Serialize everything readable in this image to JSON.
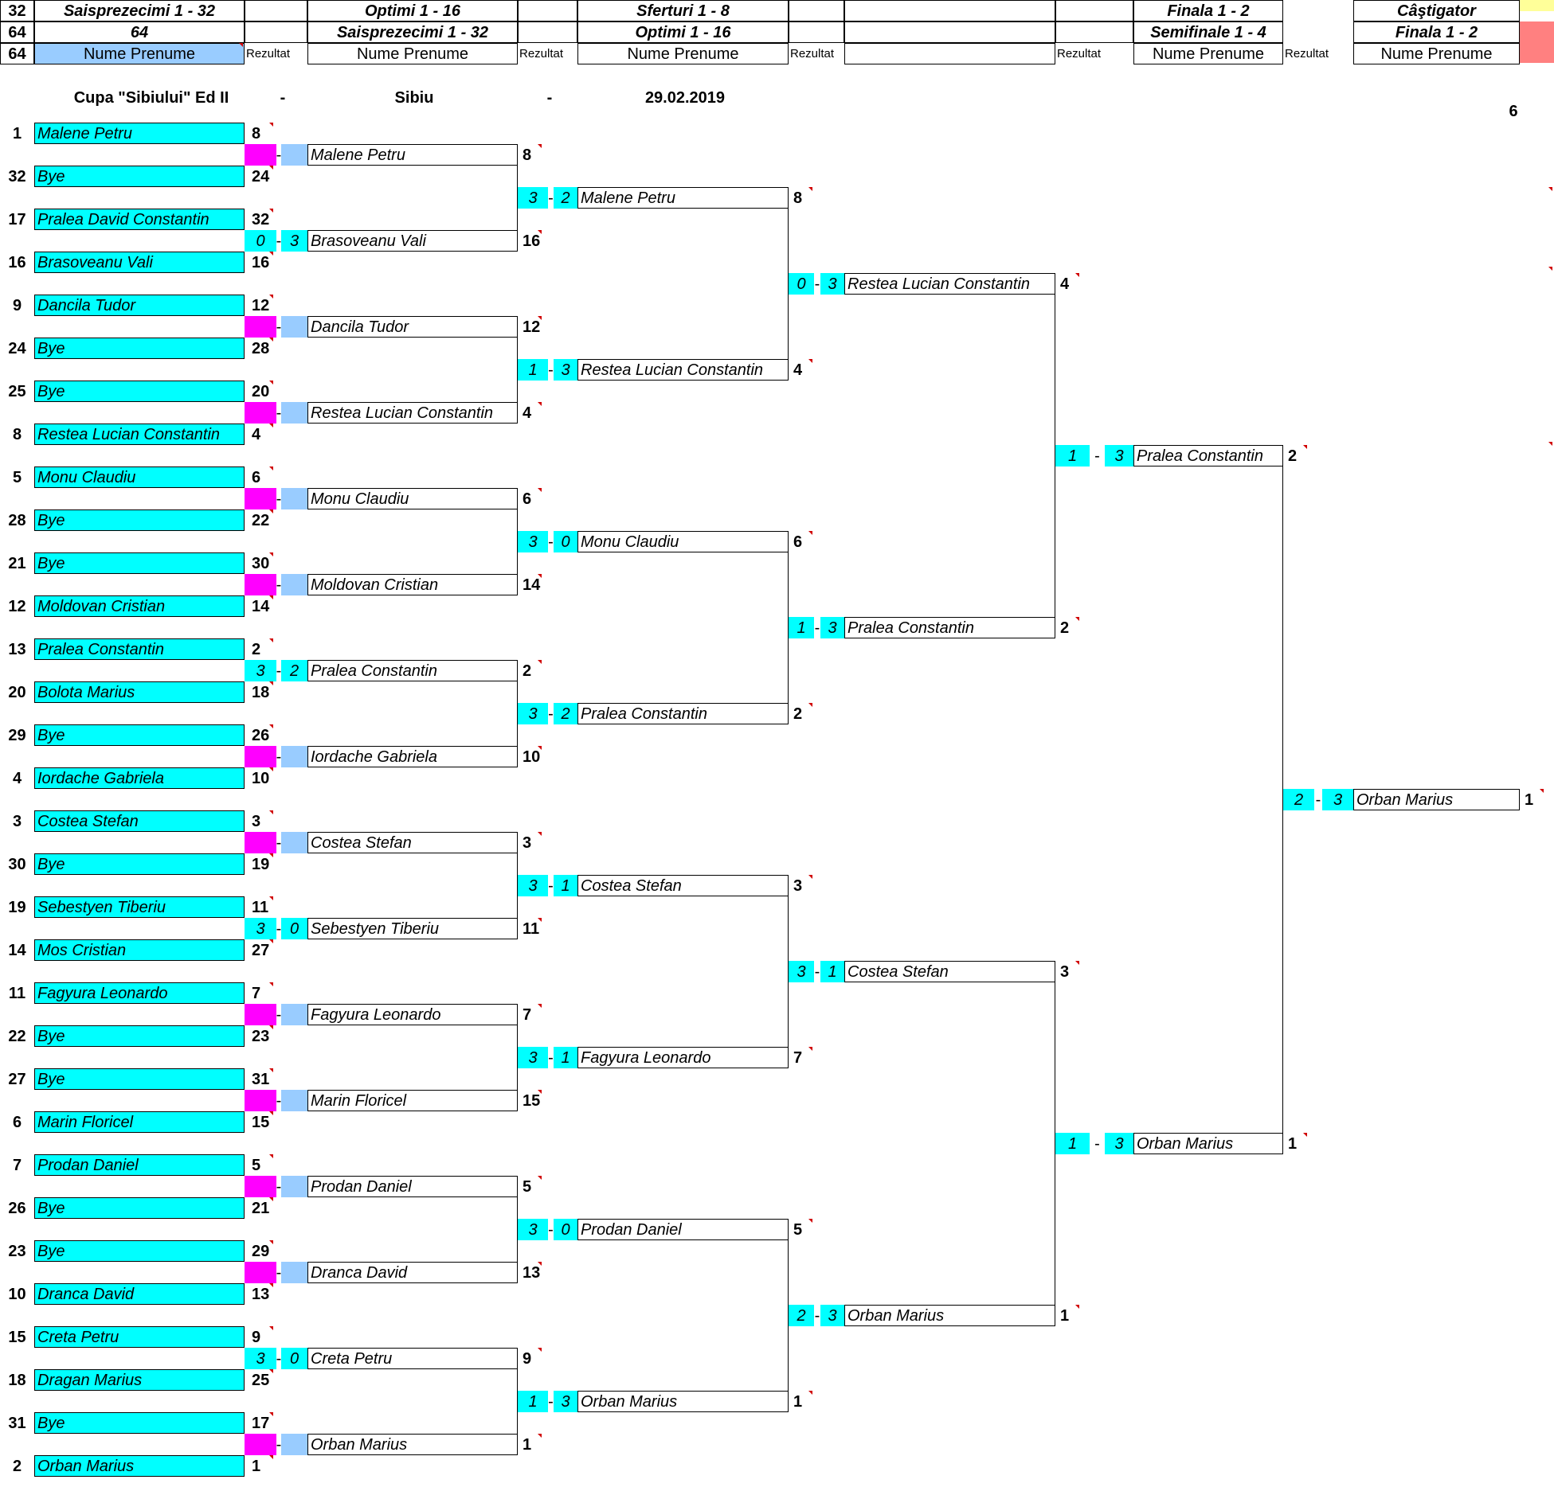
{
  "header": {
    "row1": {
      "num": "32",
      "r1": "Saisprezecimi 1 - 32",
      "r2": "Optimi 1 - 16",
      "r3": "Sferturi 1 - 8",
      "r5": "Finala 1 - 2",
      "r6": "Câştigator"
    },
    "row2": {
      "num": "64",
      "r1": "64",
      "r2": "Saisprezecimi 1 - 32",
      "r3": "Optimi 1 - 16",
      "r5": "Semifinale 1 - 4",
      "r6": "Finala 1 - 2"
    },
    "row3": {
      "num": "64",
      "name": "Nume Prenume",
      "res": "Rezultat"
    }
  },
  "event": {
    "name": "Cupa \"Sibiului\" Ed II",
    "sep": "-",
    "city": "Sibiu",
    "date": "29.02.2019",
    "side_mark": "6"
  },
  "colors": {
    "player": "#00ffff",
    "empty_score_left": "#ff00ff",
    "empty_score_right": "#99ccff",
    "winner_box": "#ff8080",
    "comment_marker": "#d00000"
  },
  "round1": [
    {
      "seed": "1",
      "name": "Malene Petru",
      "res": "8"
    },
    {
      "seed": "32",
      "name": "Bye",
      "res": "24"
    },
    {
      "seed": "17",
      "name": "Pralea David Constantin",
      "res": "32"
    },
    {
      "seed": "16",
      "name": "Brasoveanu Vali",
      "res": "16"
    },
    {
      "seed": "9",
      "name": "Dancila Tudor",
      "res": "12"
    },
    {
      "seed": "24",
      "name": "Bye",
      "res": "28"
    },
    {
      "seed": "25",
      "name": "Bye",
      "res": "20"
    },
    {
      "seed": "8",
      "name": "Restea Lucian Constantin",
      "res": "4"
    },
    {
      "seed": "5",
      "name": "Monu Claudiu",
      "res": "6"
    },
    {
      "seed": "28",
      "name": "Bye",
      "res": "22"
    },
    {
      "seed": "21",
      "name": "Bye",
      "res": "30"
    },
    {
      "seed": "12",
      "name": "Moldovan Cristian",
      "res": "14"
    },
    {
      "seed": "13",
      "name": "Pralea Constantin",
      "res": "2"
    },
    {
      "seed": "20",
      "name": "Bolota Marius",
      "res": "18"
    },
    {
      "seed": "29",
      "name": "Bye",
      "res": "26"
    },
    {
      "seed": "4",
      "name": "Iordache Gabriela",
      "res": "10"
    },
    {
      "seed": "3",
      "name": "Costea Stefan",
      "res": "3"
    },
    {
      "seed": "30",
      "name": "Bye",
      "res": "19"
    },
    {
      "seed": "19",
      "name": "Sebestyen Tiberiu",
      "res": "11"
    },
    {
      "seed": "14",
      "name": "Mos Cristian",
      "res": "27"
    },
    {
      "seed": "11",
      "name": "Fagyura Leonardo",
      "res": "7"
    },
    {
      "seed": "22",
      "name": "Bye",
      "res": "23"
    },
    {
      "seed": "27",
      "name": "Bye",
      "res": "31"
    },
    {
      "seed": "6",
      "name": "Marin Floricel",
      "res": "15"
    },
    {
      "seed": "7",
      "name": "Prodan Daniel",
      "res": "5"
    },
    {
      "seed": "26",
      "name": "Bye",
      "res": "21"
    },
    {
      "seed": "23",
      "name": "Bye",
      "res": "29"
    },
    {
      "seed": "10",
      "name": "Dranca David",
      "res": "13"
    },
    {
      "seed": "15",
      "name": "Creta Petru",
      "res": "9"
    },
    {
      "seed": "18",
      "name": "Dragan Marius",
      "res": "25"
    },
    {
      "seed": "31",
      "name": "Bye",
      "res": "17"
    },
    {
      "seed": "2",
      "name": "Orban Marius",
      "res": "1"
    }
  ],
  "round2": [
    {
      "s1": "",
      "s2": "",
      "name": "Malene Petru",
      "res": "8"
    },
    {
      "s1": "0",
      "s2": "3",
      "name": "Brasoveanu Vali",
      "res": "16"
    },
    {
      "s1": "",
      "s2": "",
      "name": "Dancila Tudor",
      "res": "12"
    },
    {
      "s1": "",
      "s2": "",
      "name": "Restea Lucian Constantin",
      "res": "4"
    },
    {
      "s1": "",
      "s2": "",
      "name": "Monu Claudiu",
      "res": "6"
    },
    {
      "s1": "",
      "s2": "",
      "name": "Moldovan Cristian",
      "res": "14"
    },
    {
      "s1": "3",
      "s2": "2",
      "name": "Pralea Constantin",
      "res": "2"
    },
    {
      "s1": "",
      "s2": "",
      "name": "Iordache Gabriela",
      "res": "10"
    },
    {
      "s1": "",
      "s2": "",
      "name": "Costea Stefan",
      "res": "3"
    },
    {
      "s1": "3",
      "s2": "0",
      "name": "Sebestyen Tiberiu",
      "res": "11"
    },
    {
      "s1": "",
      "s2": "",
      "name": "Fagyura Leonardo",
      "res": "7"
    },
    {
      "s1": "",
      "s2": "",
      "name": "Marin Floricel",
      "res": "15"
    },
    {
      "s1": "",
      "s2": "",
      "name": "Prodan Daniel",
      "res": "5"
    },
    {
      "s1": "",
      "s2": "",
      "name": "Dranca David",
      "res": "13"
    },
    {
      "s1": "3",
      "s2": "0",
      "name": "Creta Petru",
      "res": "9"
    },
    {
      "s1": "",
      "s2": "",
      "name": "Orban Marius",
      "res": "1"
    }
  ],
  "round3": [
    {
      "s1": "3",
      "s2": "2",
      "name": "Malene Petru",
      "res": "8"
    },
    {
      "s1": "1",
      "s2": "3",
      "name": "Restea Lucian Constantin",
      "res": "4"
    },
    {
      "s1": "3",
      "s2": "0",
      "name": "Monu Claudiu",
      "res": "6"
    },
    {
      "s1": "3",
      "s2": "2",
      "name": "Pralea Constantin",
      "res": "2"
    },
    {
      "s1": "3",
      "s2": "1",
      "name": "Costea Stefan",
      "res": "3"
    },
    {
      "s1": "3",
      "s2": "1",
      "name": "Fagyura Leonardo",
      "res": "7"
    },
    {
      "s1": "3",
      "s2": "0",
      "name": "Prodan Daniel",
      "res": "5"
    },
    {
      "s1": "1",
      "s2": "3",
      "name": "Orban Marius",
      "res": "1"
    }
  ],
  "round4": [
    {
      "s1": "0",
      "s2": "3",
      "name": "Restea Lucian Constantin",
      "res": "4"
    },
    {
      "s1": "1",
      "s2": "3",
      "name": "Pralea Constantin",
      "res": "2"
    },
    {
      "s1": "3",
      "s2": "1",
      "name": "Costea Stefan",
      "res": "3"
    },
    {
      "s1": "2",
      "s2": "3",
      "name": "Orban Marius",
      "res": "1"
    }
  ],
  "round5": [
    {
      "s1": "1",
      "s2": "3",
      "name": "Pralea Constantin",
      "res": "2"
    },
    {
      "s1": "1",
      "s2": "3",
      "name": "Orban Marius",
      "res": "1"
    }
  ],
  "round6": [
    {
      "s1": "2",
      "s2": "3",
      "name": "Orban Marius",
      "res": "1"
    }
  ]
}
